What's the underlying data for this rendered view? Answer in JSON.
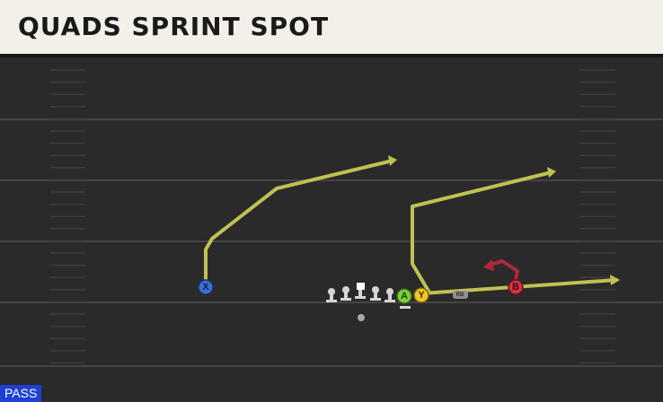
{
  "play": {
    "title": "QUADS SPRINT SPOT",
    "type_badge": "PASS"
  },
  "players": {
    "x": {
      "label": "X",
      "color": "#3d6fd9"
    },
    "a": {
      "label": "A",
      "color": "#7fcf3a"
    },
    "y": {
      "label": "Y",
      "color": "#f3c623"
    },
    "b": {
      "label": "B",
      "color": "#d8314a"
    },
    "rb": {
      "label": "RB"
    }
  },
  "colors": {
    "route": "#bfc152",
    "block": "#b0283e",
    "field": "#2a2a2a",
    "yard_line": "#454545"
  }
}
